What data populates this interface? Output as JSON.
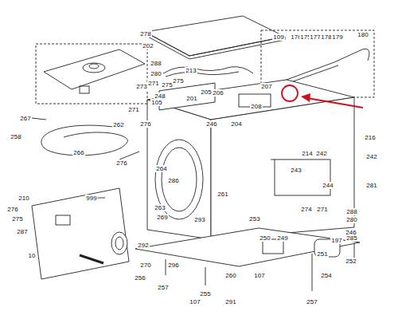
{
  "diagram": {
    "labels": [
      "278",
      "202",
      "288",
      "280",
      "248",
      "109",
      "176",
      "175",
      "177",
      "178",
      "179",
      "180",
      "213",
      "273",
      "271",
      "275",
      "275",
      "207",
      "105",
      "201",
      "205",
      "206",
      "271",
      "276",
      "208",
      "267",
      "262",
      "246",
      "204",
      "216",
      "258",
      "266",
      "214",
      "242",
      "242",
      "243",
      "276",
      "244",
      "281",
      "264",
      "286",
      "999",
      "261",
      "210",
      "276",
      "275",
      "287",
      "263",
      "269",
      "293",
      "253",
      "274",
      "271",
      "288",
      "280",
      "246",
      "10",
      "292",
      "250",
      "249",
      "197",
      "285",
      "251",
      "270",
      "296",
      "252",
      "256",
      "260",
      "107",
      "254",
      "257",
      "255",
      "107",
      "291",
      "257"
    ]
  }
}
